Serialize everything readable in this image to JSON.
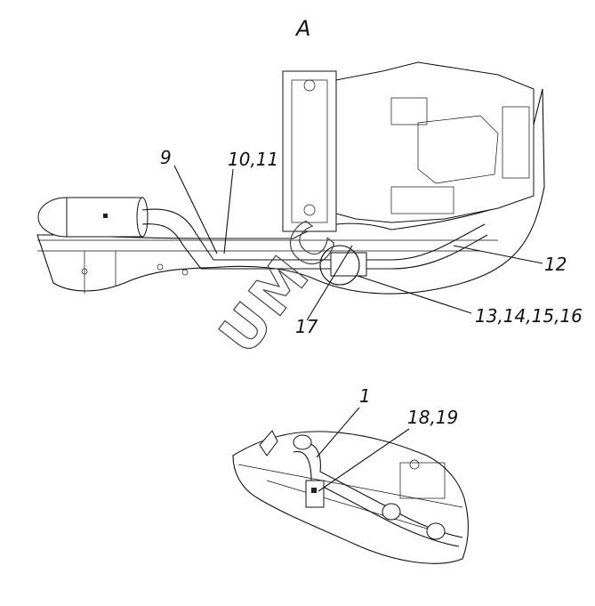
{
  "view_label": "A",
  "callouts": {
    "c9": "9",
    "c10_11": "10,11",
    "c12": "12",
    "c13_16": "13,14,15,16",
    "c17": "17",
    "c1": "1",
    "c18_19": "18,19"
  },
  "watermark": "UMC"
}
